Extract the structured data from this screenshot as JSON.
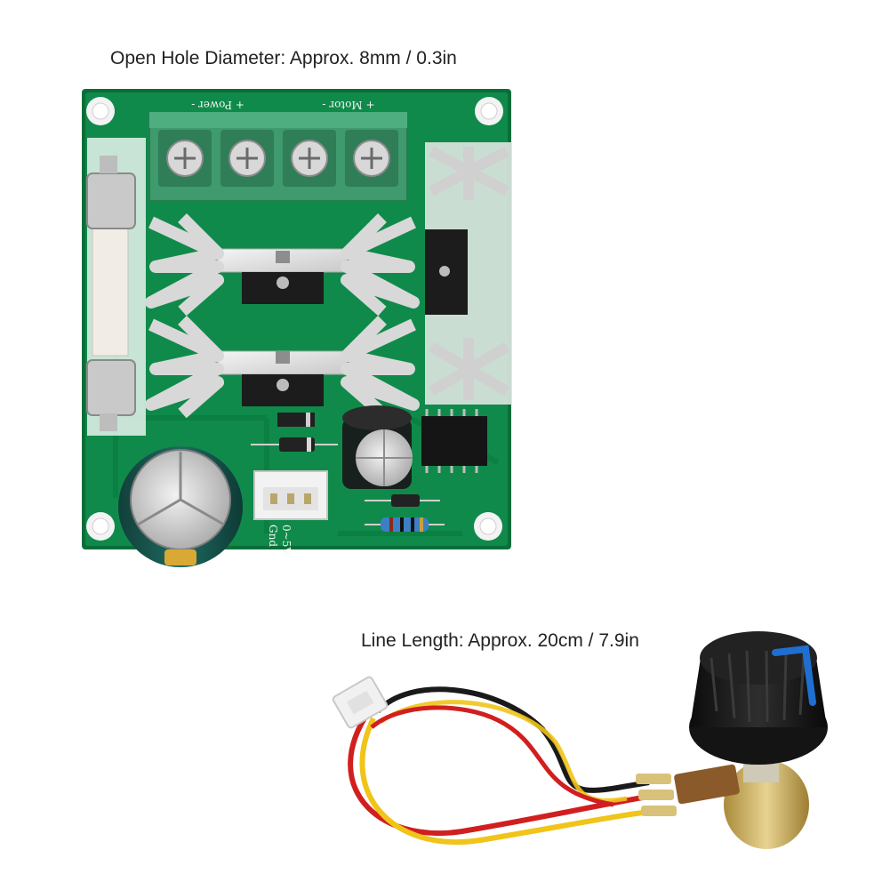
{
  "captions": {
    "hole_diameter": "Open Hole Diameter: Approx. 8mm / 0.3in",
    "line_length": "Line Length: Approx. 20cm / 7.9in"
  },
  "board": {
    "terminal_labels": {
      "power": "+ Power -",
      "motor": "+ Motor -"
    },
    "connector_labels": {
      "voltage": "0~5V",
      "ground": "Gnd"
    }
  },
  "colors": {
    "pcb": "#0f8a4a",
    "pcb_edge": "#0a6e38",
    "terminal_block": "#3f9a6e",
    "heatsink": "#e6e6e6",
    "capacitor": "#1b5e55",
    "wire_red": "#d11f1f",
    "wire_yellow": "#f0c419",
    "wire_black": "#1a1a1a",
    "knob": "#1b1b1b",
    "knob_marker": "#1f6fd1"
  }
}
